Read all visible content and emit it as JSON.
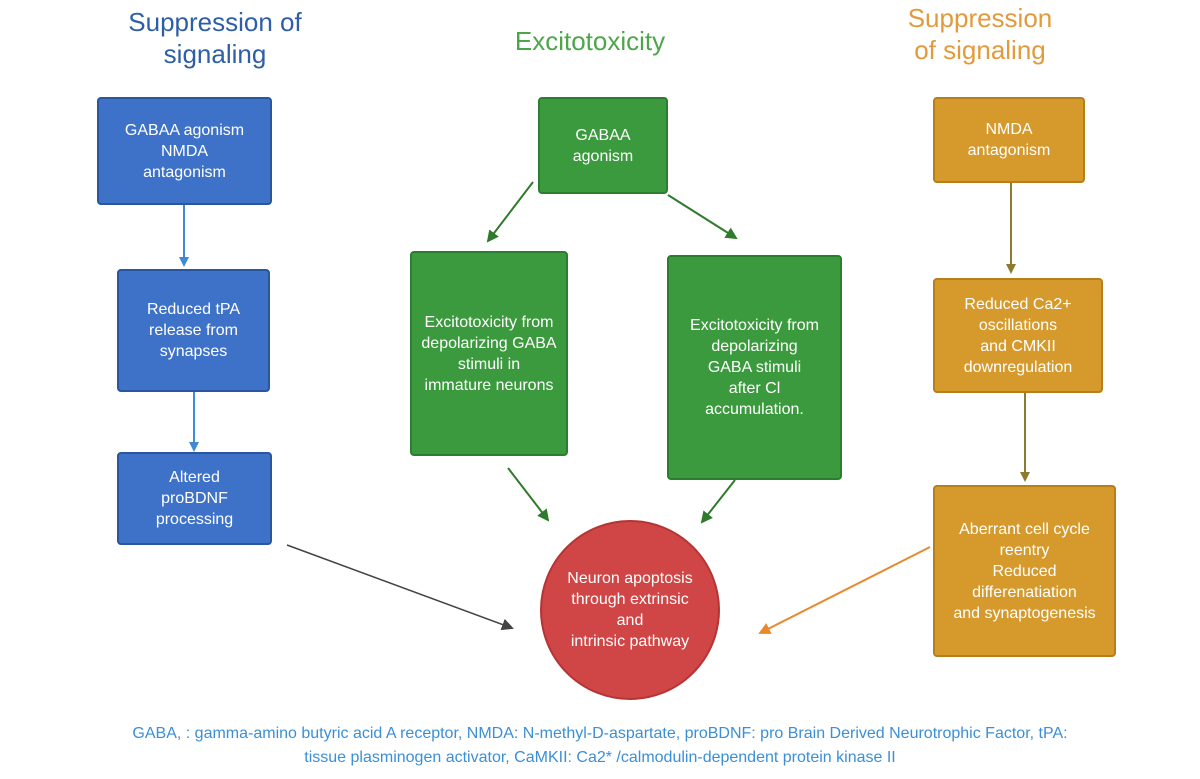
{
  "titles": {
    "left": "Suppression of\nsignaling",
    "center": "Excitotoxicity",
    "right": "Suppression\nof signaling"
  },
  "boxes": {
    "gabaa_nmda": "GABAA agonism\nNMDA\nantagonism",
    "reduced_tpa": "Reduced tPA\nrelease from\nsynapses",
    "altered_probdnf": "Altered\nproBDNF\nprocessing",
    "gabaa_agonism": "GABAA\nagonism",
    "excito_immature": "Excitotoxicity from\ndepolarizing GABA\nstimuli in\nimmature neurons",
    "excito_cl": "Excitotoxicity from\ndepolarizing\nGABA stimuli\nafter Cl\naccumulation.",
    "nmda_antagonism": "NMDA\nantagonism",
    "reduced_ca": "Reduced Ca2+\noscillations\nand CMKII\ndownregulation",
    "aberrant": "Aberrant cell cycle\nreentry\nReduced\ndifferenatiation\nand synaptogenesis",
    "apoptosis": "Neuron apoptosis\nthrough extrinsic\nand\nintrinsic pathway"
  },
  "footnote": {
    "line1": "GABA, : gamma-amino butyric acid A receptor, NMDA: N-methyl-D-aspartate, proBDNF: pro Brain Derived Neurotrophic Factor, tPA:",
    "line2": "tissue plasminogen activator, CaMKII: Ca2* /calmodulin-dependent protein kinase II"
  },
  "colors": {
    "blue": "#3e72c8",
    "green": "#3c9a3e",
    "gold": "#d59a2b",
    "red": "#d04545",
    "title_blue": "#2e5fa6",
    "title_green": "#4ca64a",
    "title_orange": "#e39a3b"
  }
}
